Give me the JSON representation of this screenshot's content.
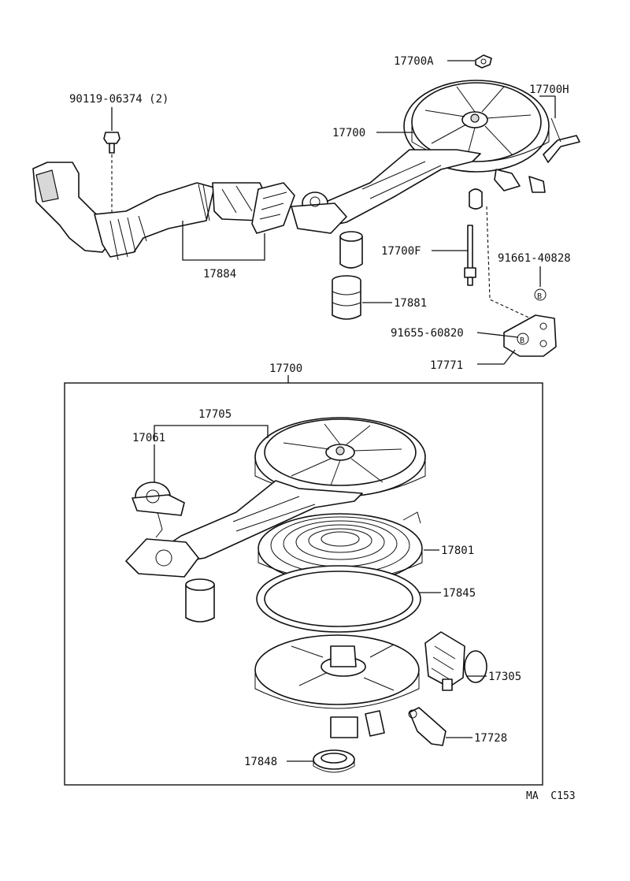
{
  "diagram_code": "MA  C153",
  "labels": {
    "p17700A": "17700A",
    "p17700H": "17700H",
    "p17700_top": "17700",
    "p90119": "90119-06374 (2)",
    "p17884": "17884",
    "p17700F": "17700F",
    "p91661": "91661-40828",
    "p17881": "17881",
    "p91655": "91655-60820",
    "p17771": "17771",
    "p17700_box": "17700",
    "p17705": "17705",
    "p17061": "17061",
    "p17801": "17801",
    "p17845": "17845",
    "p17305": "17305",
    "p17728": "17728",
    "p17848": "17848",
    "markB1": "B",
    "markB2": "B"
  }
}
